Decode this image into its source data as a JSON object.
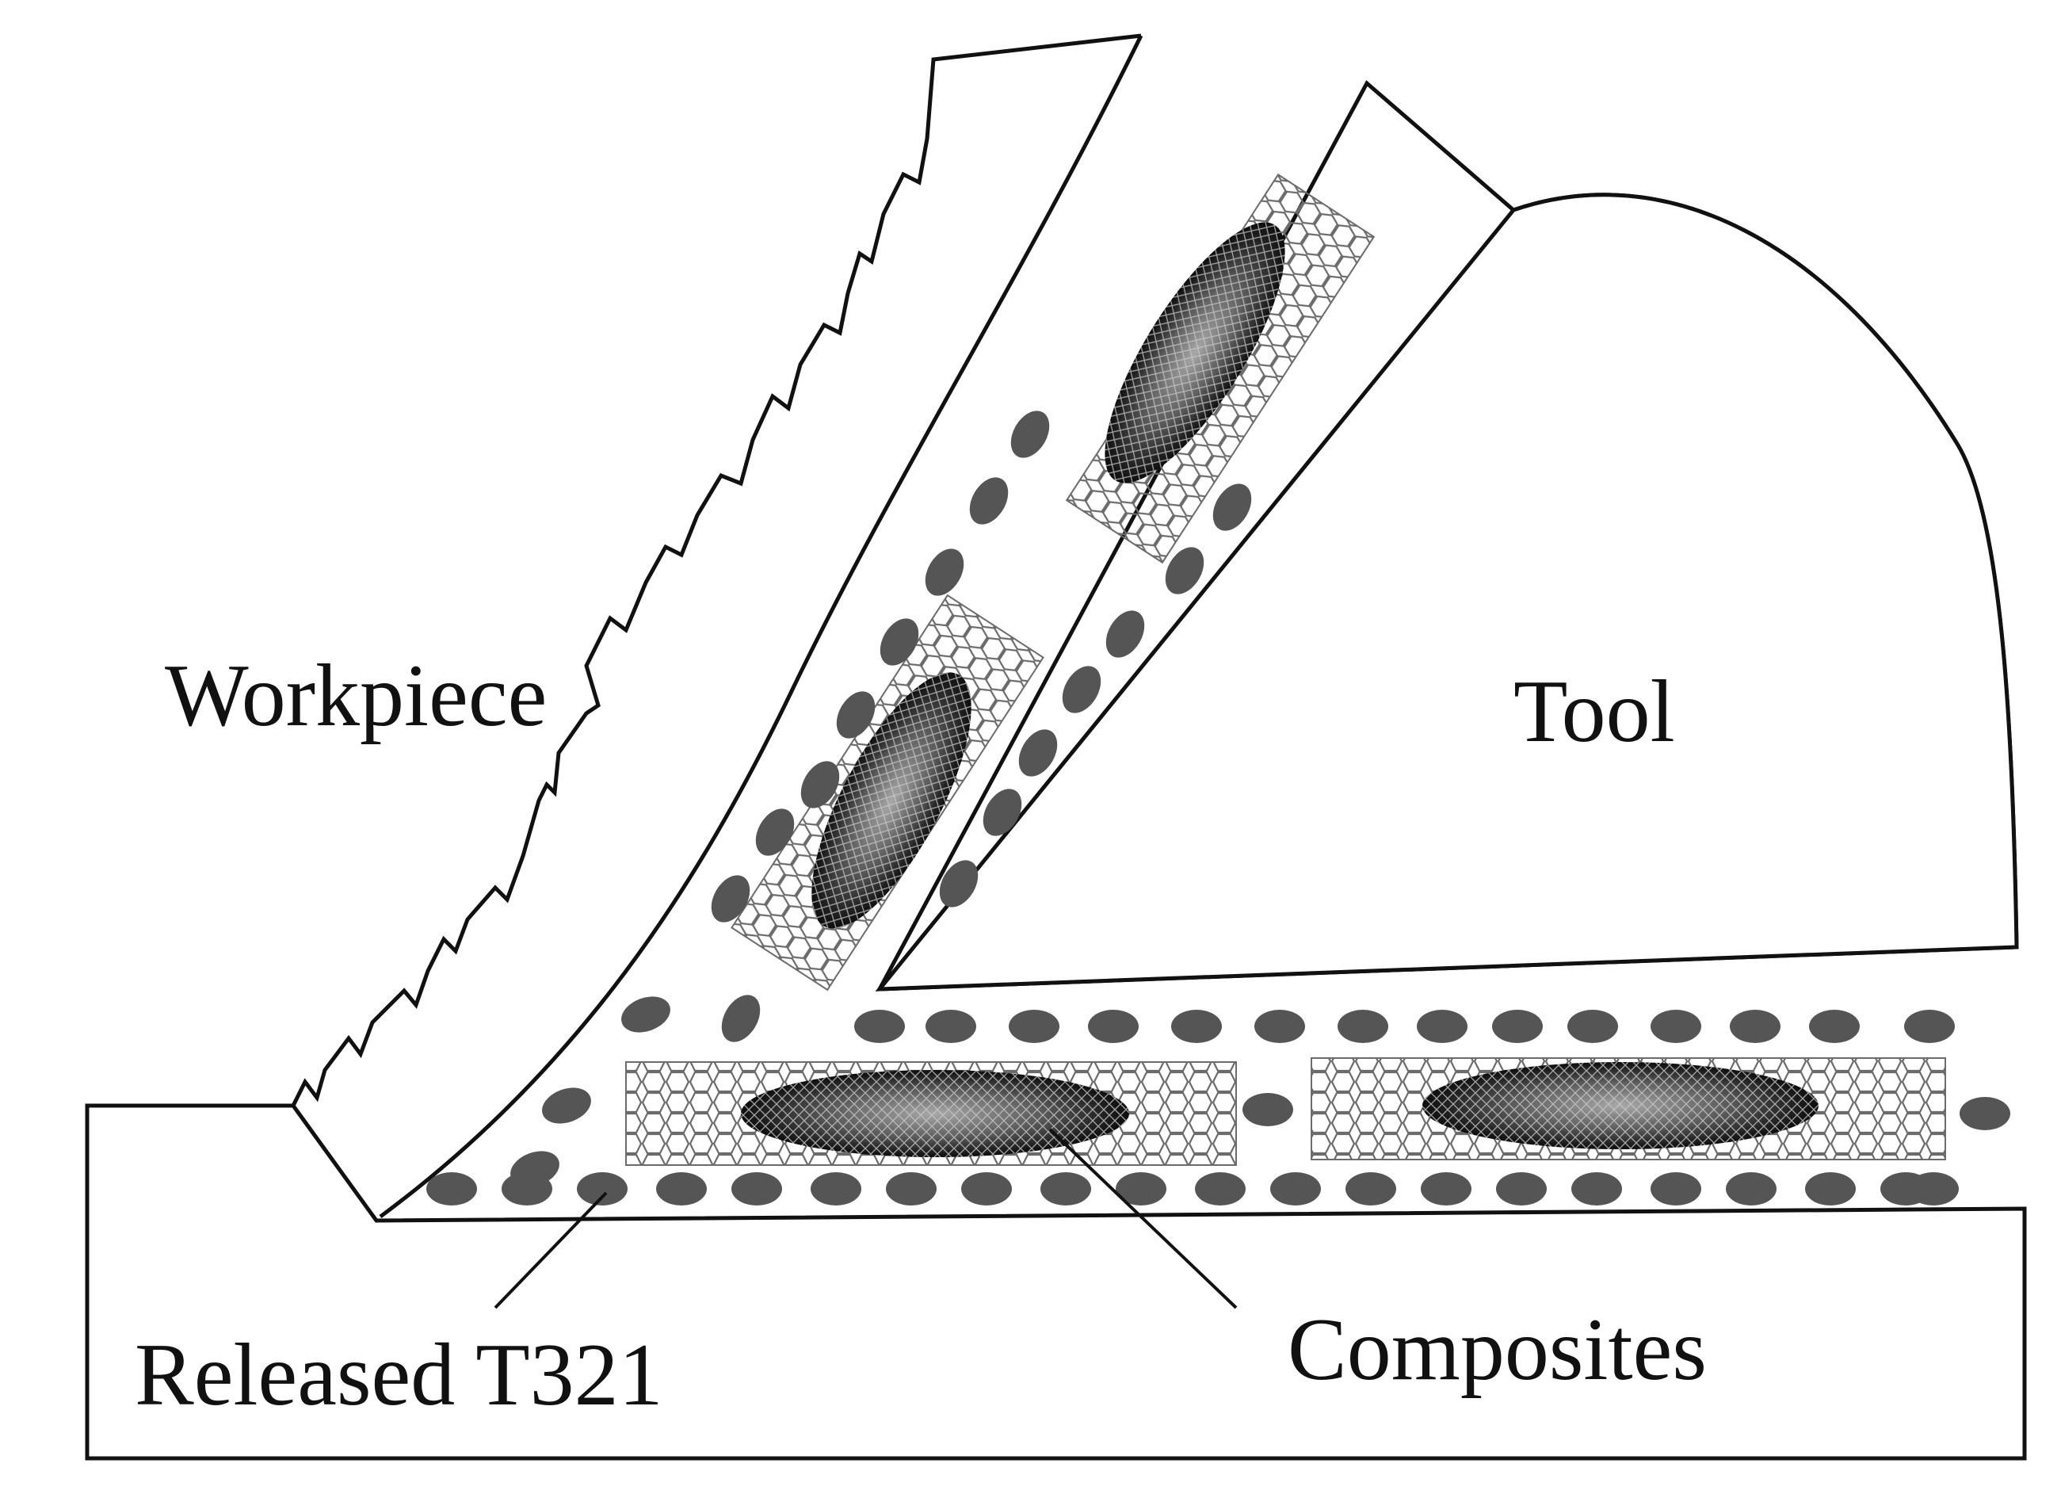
{
  "labels": {
    "workpiece": "Workpiece",
    "tool": "Tool",
    "released": "Released T321",
    "composites": "Composites"
  },
  "colors": {
    "outline": "#111111",
    "particle": "#555555",
    "mesh": "#6b6b6b",
    "ellipse_core": "#1a1a1a",
    "ellipse_edge": "#9a9a9a",
    "background": "#ffffff"
  }
}
